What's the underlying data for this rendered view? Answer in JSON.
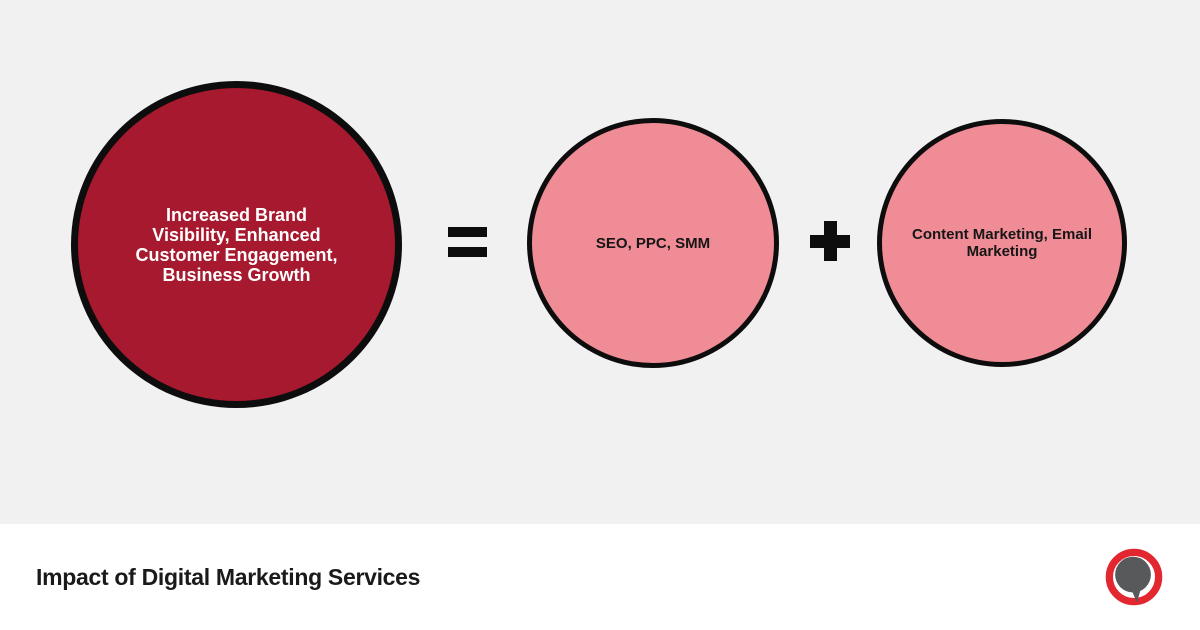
{
  "colors": {
    "canvas_bg": "#F1F1F1",
    "footer_bg": "#FFFFFF",
    "circle_border": "#0D0D0D",
    "result_fill": "#A6192E",
    "result_text": "#FFFFFF",
    "operand_fill": "#F08C96",
    "operand_text": "#161616",
    "operator": "#0D0D0D",
    "title_text": "#1A1A1A",
    "logo_ring": "#E22730",
    "logo_bubble": "#58595B"
  },
  "equation": {
    "result": {
      "label": "Increased Brand Visibility, Enhanced Customer Engagement, Business Growth",
      "lines": [
        "Increased Brand",
        "Visibility, Enhanced",
        "Customer Engagement,",
        "Business Growth"
      ]
    },
    "equals_symbol": "=",
    "operand1": {
      "label": "SEO, PPC, SMM"
    },
    "plus_symbol": "+",
    "operand2": {
      "label": "Content Marketing, Email Marketing",
      "lines": [
        "Content Marketing, Email",
        "Marketing"
      ]
    }
  },
  "footer": {
    "title": "Impact of Digital Marketing Services",
    "logo_icon": "speech-bubble-logo"
  }
}
